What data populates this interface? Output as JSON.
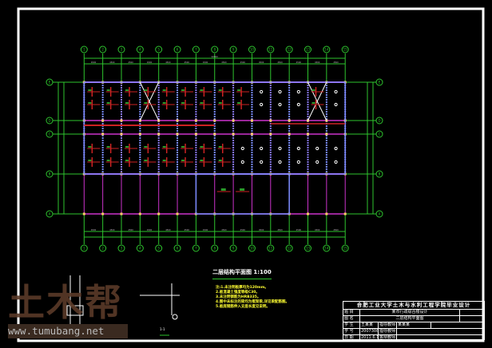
{
  "drawing": {
    "title": "二层结构平面图 1:100",
    "section_label": "1-1",
    "axis_labels_vertical": [
      "1",
      "2",
      "3",
      "4",
      "5",
      "6",
      "7",
      "8",
      "9",
      "10",
      "11",
      "12",
      "13",
      "14",
      "15"
    ],
    "axis_labels_horizontal": [
      "A",
      "B",
      "C",
      "D",
      "E"
    ],
    "bay_dimension": "4500",
    "total_dimension": "63000",
    "notes": [
      "注:1.未注明板厚均为120mm。",
      "2.板混凝土强度等级C30。",
      "3.未注明钢筋为HRB335。",
      "4.图中未标注的梁均为框架梁,详见梁配筋图。",
      "5.板底钢筋伸入支座长度见说明。"
    ],
    "colors": {
      "axis": "#2ec52e",
      "wall": "#7a8cff",
      "beam": "#cc33cc",
      "rebar": "#cc2222",
      "border": "#ffffff"
    }
  },
  "title_block": {
    "header": "合肥工业大学土木与水利工程学院毕业设计",
    "rows": [
      {
        "label": "题 目",
        "value": "某市行政综合楼设计"
      },
      {
        "label": "图 名",
        "value": "二层结构平面图"
      },
      {
        "label": "学 生",
        "value": "王某某",
        "k1": "指导教师",
        "v1": "某某某"
      },
      {
        "label": "学 号",
        "value": "20073088",
        "k1": "指导教师"
      },
      {
        "label": "日 期",
        "value": "2011.6.10",
        "k1": "答辩教师"
      }
    ]
  },
  "watermark": {
    "logo": "土木帮",
    "url": "www.tumubang.net"
  }
}
